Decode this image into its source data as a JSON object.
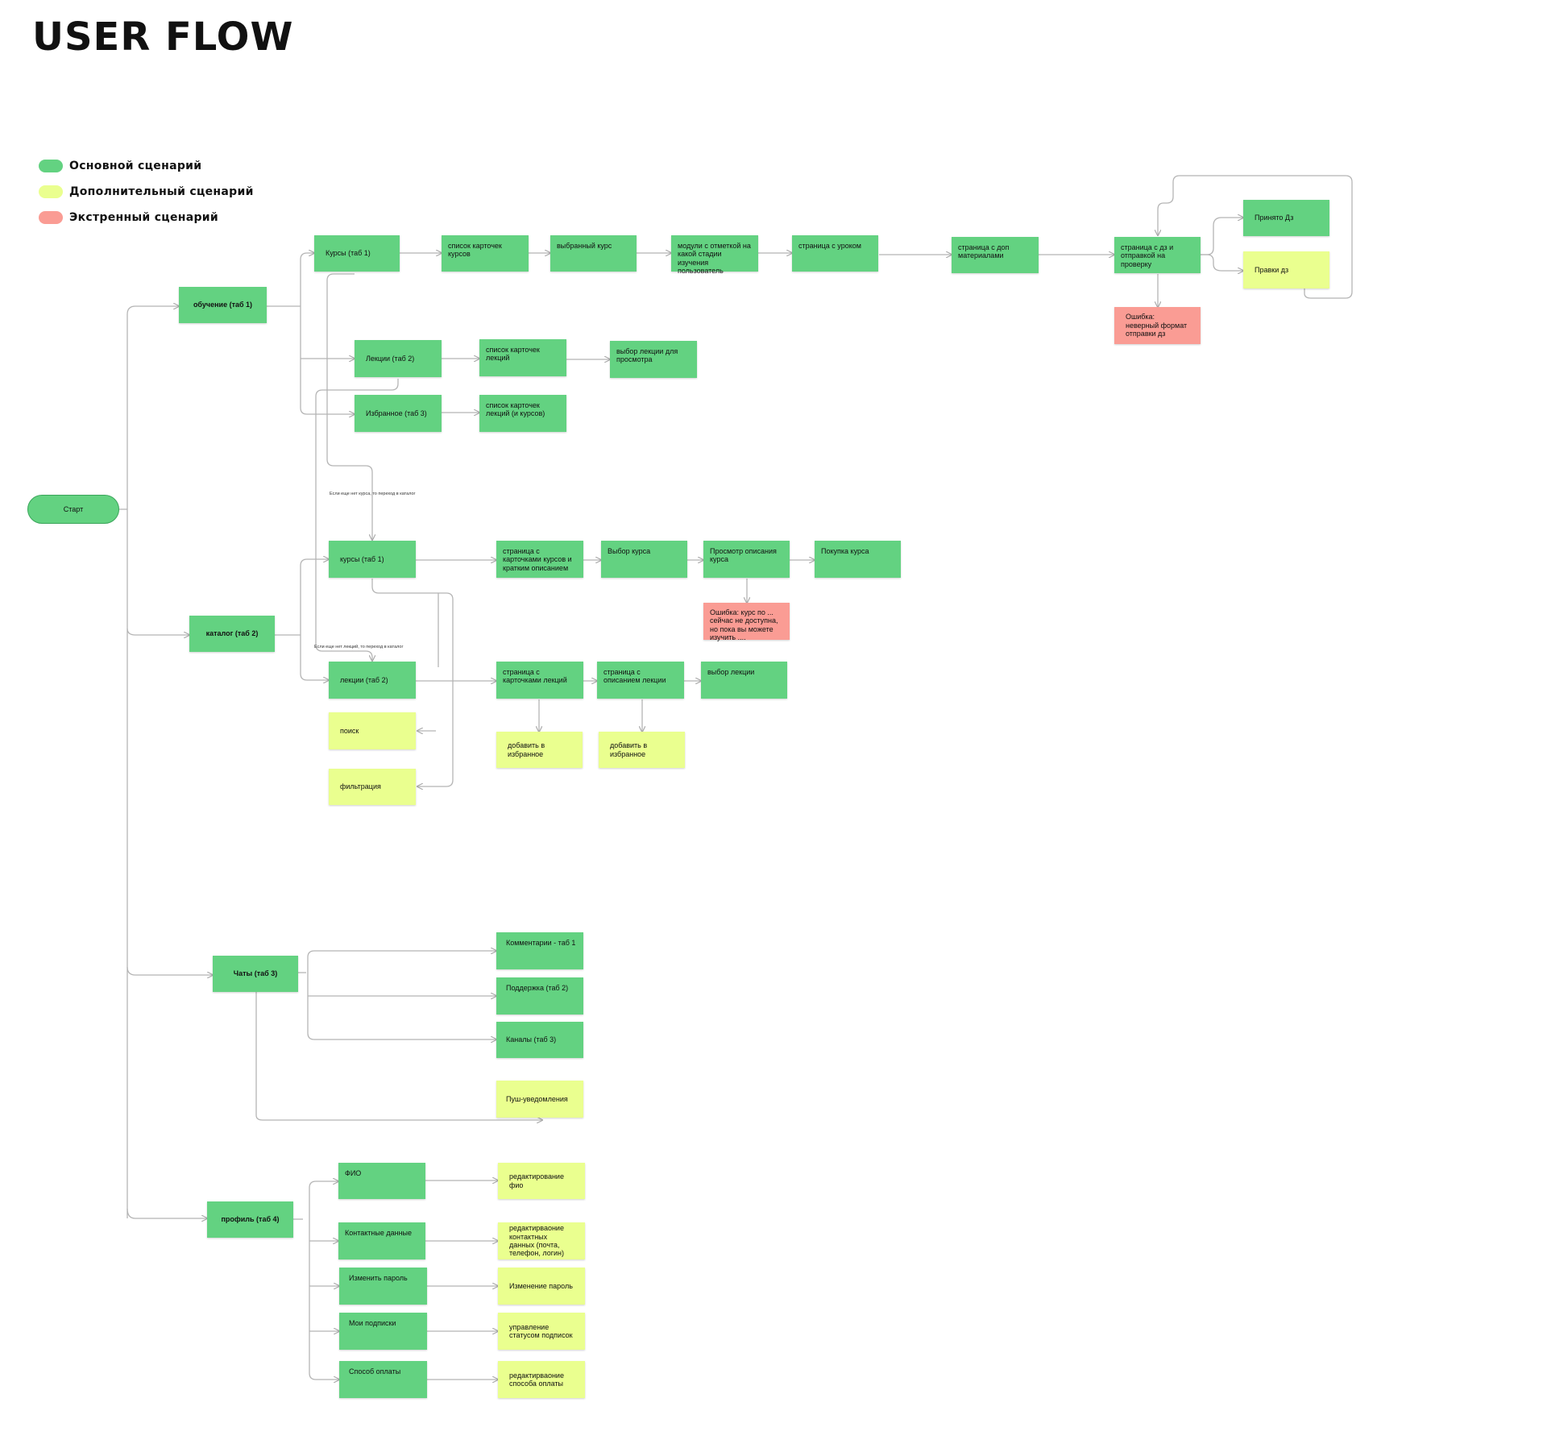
{
  "title": "USER FLOW",
  "colors": {
    "main": "#63d281",
    "extra": "#eaff8f",
    "error": "#fa9c94",
    "connector": "#b5b5b5"
  },
  "legend": [
    {
      "label": "Основной сценарий",
      "color": "#63d281"
    },
    {
      "label": "Дополнительный сценарий",
      "color": "#eaff8f"
    },
    {
      "label": "Экстренный сценарий",
      "color": "#fa9c94"
    }
  ],
  "start": "Старт",
  "sections": {
    "learning": {
      "label": "обучение (таб 1)",
      "courses": {
        "label": "Курсы (таб 1)",
        "steps": [
          "список карточек курсов",
          "выбранный курс",
          "модули с отметкой на какой стадии изучения пользователь",
          "страница с уроком",
          "страница с доп материалами",
          "страница с дз и отправкой на проверку"
        ],
        "outcomes": [
          "Принято Дз",
          "Правки дз"
        ],
        "error": "Ошибка: неверный формат отправки дз"
      },
      "lectures": {
        "label": "Лекции (таб 2)",
        "steps": [
          "список карточек лекций",
          "выбор лекции для просмотра"
        ]
      },
      "favorites": {
        "label": "Избранное  (таб 3)",
        "steps": [
          "список карточек лекций (и курсов)"
        ]
      }
    },
    "catalog": {
      "label": "каталог (таб 2)",
      "note_courses": "Если еще нет курса, то переход в каталог",
      "note_lectures": "Если еще нет лекций, то переход в каталог",
      "courses": {
        "label": "курсы (таб 1)",
        "steps": [
          "страница с карточками курсов и кратким описанием",
          "Выбор курса",
          "Просмотр описания курса",
          "Покупка курса"
        ],
        "error": "Ошибка: курс по ... сейчас не доступна, но пока вы можете изучить ...."
      },
      "lectures": {
        "label": "лекции (таб 2)",
        "steps": [
          "страница с карточками лекций",
          "страница с описанием лекции",
          "выбор лекции"
        ],
        "extras": [
          "добавить в избранное",
          "добавить в избранное"
        ]
      },
      "search": "поиск",
      "filter": "фильтрация"
    },
    "chats": {
      "label": "Чаты (таб 3)",
      "items": [
        "Комментарии - таб 1",
        "Поддержка (таб 2)",
        "Каналы (таб 3)"
      ],
      "push": "Пуш-уведомления"
    },
    "profile": {
      "label": "профиль (таб 4)",
      "items": [
        {
          "label": "ФИО",
          "action": "редактирование фио"
        },
        {
          "label": "Контактные данные",
          "action": "редактирваоние контактных данных (почта, телефон, логин)"
        },
        {
          "label": "Изменить пароль",
          "action": "Изменение пароль"
        },
        {
          "label": "Мои подписки",
          "action": "управление статусом подписок"
        },
        {
          "label": "Способ оплаты",
          "action": "редактирваоние способа оплаты"
        }
      ]
    }
  }
}
